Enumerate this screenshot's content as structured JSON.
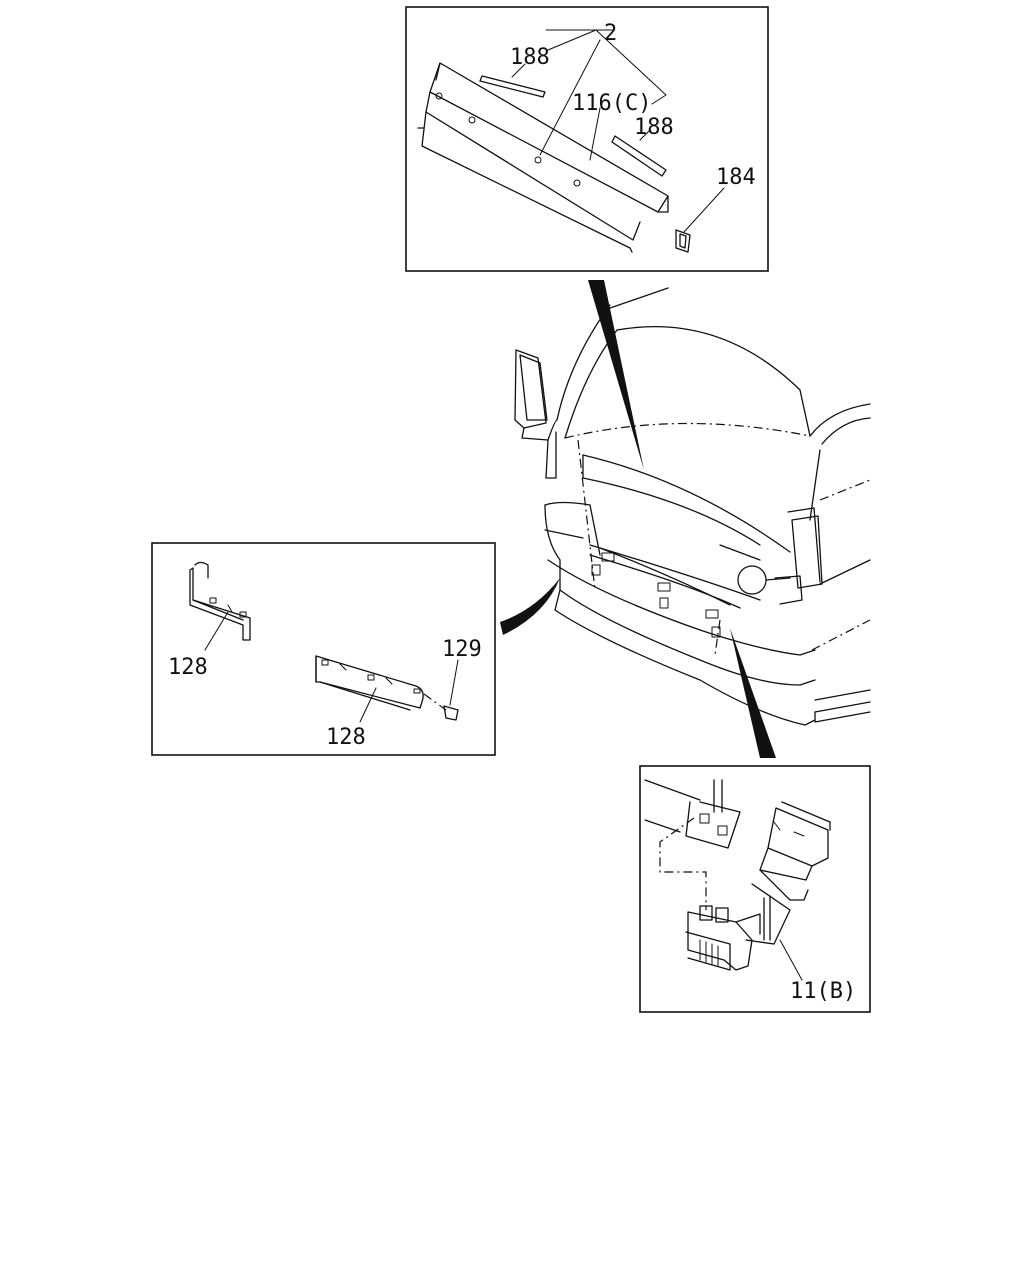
{
  "callouts": {
    "top": {
      "part_2": "2",
      "part_188_left": "188",
      "part_116c": "116(C)",
      "part_188_right": "188",
      "part_184": "184"
    },
    "left": {
      "part_128_upper": "128",
      "part_129": "129",
      "part_128_lower": "128"
    },
    "bottom_right": {
      "part_11b": "11(B)"
    }
  },
  "colors": {
    "line": "#111111",
    "background": "#ffffff"
  }
}
